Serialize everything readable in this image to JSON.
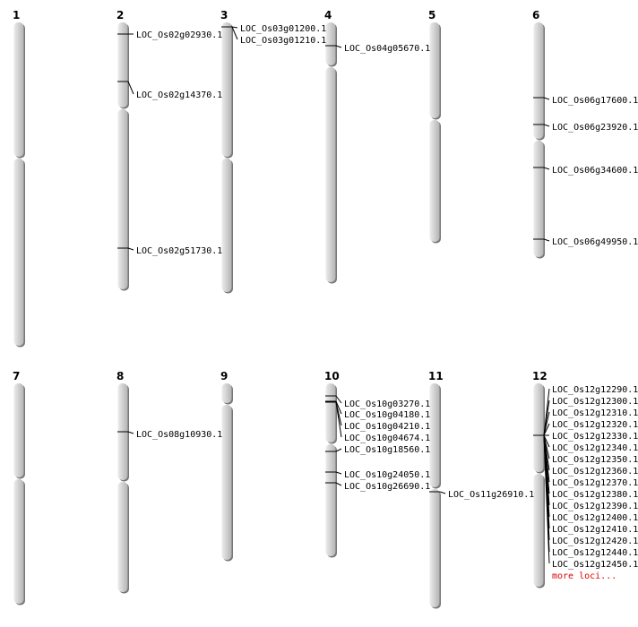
{
  "chromosomes": [
    {
      "name": "1",
      "loci": []
    },
    {
      "name": "2",
      "loci": [
        "LOC_Os02g02930.1",
        "LOC_Os02g14370.1",
        "LOC_Os02g51730.1"
      ]
    },
    {
      "name": "3",
      "loci": [
        "LOC_Os03g01200.1",
        "LOC_Os03g01210.1"
      ]
    },
    {
      "name": "4",
      "loci": [
        "LOC_Os04g05670.1"
      ]
    },
    {
      "name": "5",
      "loci": []
    },
    {
      "name": "6",
      "loci": [
        "LOC_Os06g17600.1",
        "LOC_Os06g23920.1",
        "LOC_Os06g34600.1",
        "LOC_Os06g49950.1"
      ]
    },
    {
      "name": "7",
      "loci": []
    },
    {
      "name": "8",
      "loci": [
        "LOC_Os08g10930.1"
      ]
    },
    {
      "name": "9",
      "loci": []
    },
    {
      "name": "10",
      "loci": [
        "LOC_Os10g03270.1",
        "LOC_Os10g04180.1",
        "LOC_Os10g04210.1",
        "LOC_Os10g04674.1",
        "LOC_Os10g18560.1",
        "LOC_Os10g24050.1",
        "LOC_Os10g26690.1"
      ]
    },
    {
      "name": "11",
      "loci": [
        "LOC_Os11g26910.1"
      ]
    },
    {
      "name": "12",
      "loci": [
        "LOC_Os12g12290.1",
        "LOC_Os12g12300.1",
        "LOC_Os12g12310.1",
        "LOC_Os12g12320.1",
        "LOC_Os12g12330.1",
        "LOC_Os12g12340.1",
        "LOC_Os12g12350.1",
        "LOC_Os12g12360.1",
        "LOC_Os12g12370.1",
        "LOC_Os12g12380.1",
        "LOC_Os12g12390.1",
        "LOC_Os12g12400.1",
        "LOC_Os12g12410.1",
        "LOC_Os12g12420.1",
        "LOC_Os12g12440.1",
        "LOC_Os12g12450.1"
      ],
      "more_label": "more loci..."
    }
  ],
  "colors": {
    "chromosome": "#d0d0d0",
    "chromosome_edge": "#8a8a8a",
    "more_link": "#dd0000"
  }
}
